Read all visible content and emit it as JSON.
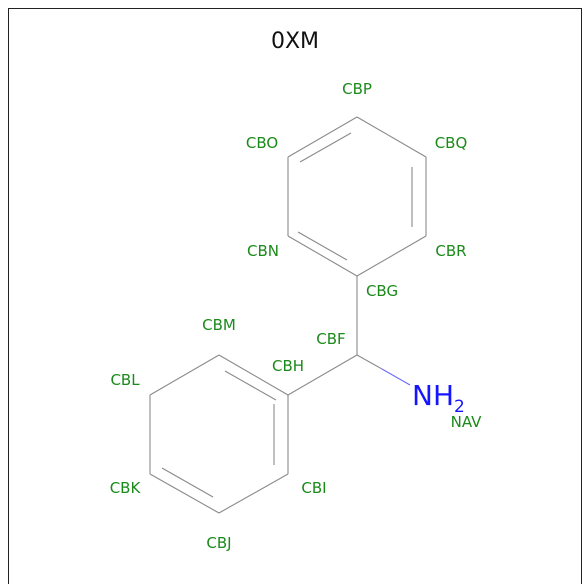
{
  "title": "0XM",
  "atoms": {
    "CBP": "CBP",
    "CBO": "CBO",
    "CBQ": "CBQ",
    "CBN": "CBN",
    "CBR": "CBR",
    "CBG": "CBG",
    "CBM": "CBM",
    "CBF": "CBF",
    "CBH": "CBH",
    "CBL": "CBL",
    "CBK": "CBK",
    "CBI": "CBI",
    "CBJ": "CBJ",
    "NAV": "NAV"
  },
  "nitrogen_group": {
    "main": "NH",
    "subscript": "2"
  },
  "colors": {
    "atom_label": "#1a8a1a",
    "nitrogen": "#1515ff",
    "bond": "#8a8a8a"
  }
}
